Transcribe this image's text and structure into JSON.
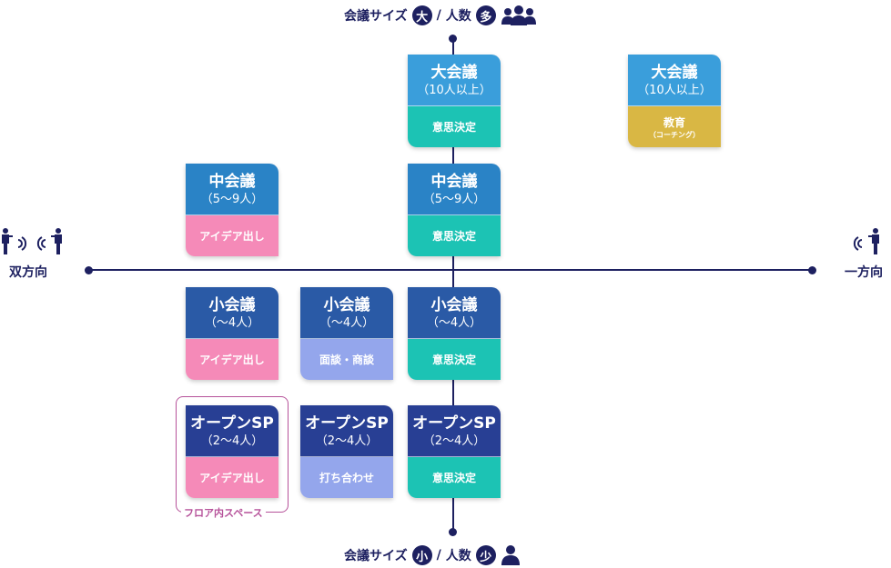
{
  "axes": {
    "top": {
      "text1": "会議サイズ",
      "badge1": "大",
      "sep": "/",
      "text2": "人数",
      "badge2": "多"
    },
    "bottom": {
      "text1": "会議サイズ",
      "badge1": "小",
      "sep": "/",
      "text2": "人数",
      "badge2": "少"
    },
    "left": "双方向",
    "right": "一方向"
  },
  "floor_label": "フロア内スペース",
  "colors": {
    "large": "#3a9edb",
    "medium": "#2a83c6",
    "small": "#2a5aa6",
    "open": "#283f94",
    "decision": "#1cc3b4",
    "idea": "#f58ab8",
    "interview": "#94a6ec",
    "education": "#d9b744"
  },
  "cards": [
    {
      "title": "大会議",
      "sub": "（10人以上）",
      "body": "意思決定",
      "note": ""
    },
    {
      "title": "大会議",
      "sub": "（10人以上）",
      "body": "教育",
      "note": "（コーチング）"
    },
    {
      "title": "中会議",
      "sub": "（5〜9人）",
      "body": "アイデア出し",
      "note": ""
    },
    {
      "title": "中会議",
      "sub": "（5〜9人）",
      "body": "意思決定",
      "note": ""
    },
    {
      "title": "小会議",
      "sub": "（〜4人）",
      "body": "アイデア出し",
      "note": ""
    },
    {
      "title": "小会議",
      "sub": "（〜4人）",
      "body": "面談・商談",
      "note": ""
    },
    {
      "title": "小会議",
      "sub": "（〜4人）",
      "body": "意思決定",
      "note": ""
    },
    {
      "title": "オープンSP",
      "sub": "（2〜4人）",
      "body": "アイデア出し",
      "note": ""
    },
    {
      "title": "オープンSP",
      "sub": "（2〜4人）",
      "body": "打ち合わせ",
      "note": ""
    },
    {
      "title": "オープンSP",
      "sub": "（2〜4人）",
      "body": "意思決定",
      "note": ""
    }
  ]
}
